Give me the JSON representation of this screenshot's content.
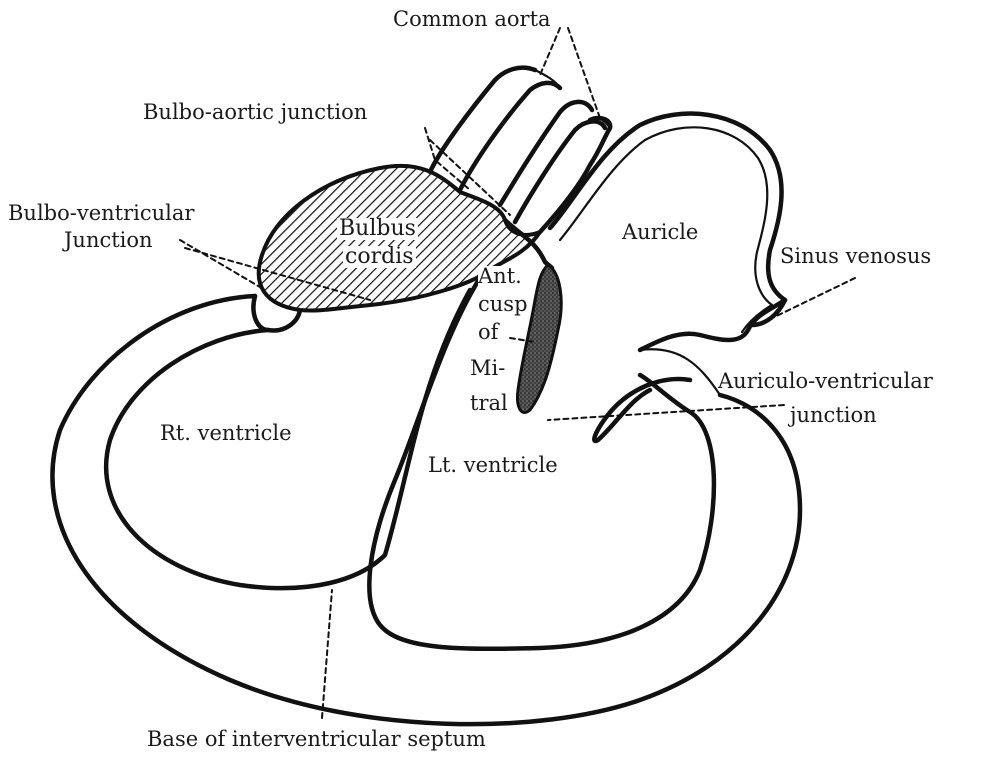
{
  "diagram": {
    "labels": {
      "common_aorta": "Common aorta",
      "bulbo_aortic_junction": "Bulbo-aortic junction",
      "bulbo_ventricular_line1": "Bulbo-ventricular",
      "bulbo_ventricular_line2": "Junction",
      "bulbus_line1": "Bulbus",
      "bulbus_line2": "cordis",
      "auricle": "Auricle",
      "sinus_venosus": "Sinus venosus",
      "ant": "Ant.",
      "cusp": "cusp",
      "of": "of",
      "mi": "Mi-",
      "tral": "tral",
      "auriculo_ventricular_line1": "Auriculo-ventricular",
      "auriculo_ventricular_line2": "junction",
      "rt_ventricle": "Rt. ventricle",
      "lt_ventricle": "Lt. ventricle",
      "base_septum": "Base of interventricular septum"
    },
    "colors": {
      "ink": "#111111",
      "background": "#ffffff"
    }
  }
}
